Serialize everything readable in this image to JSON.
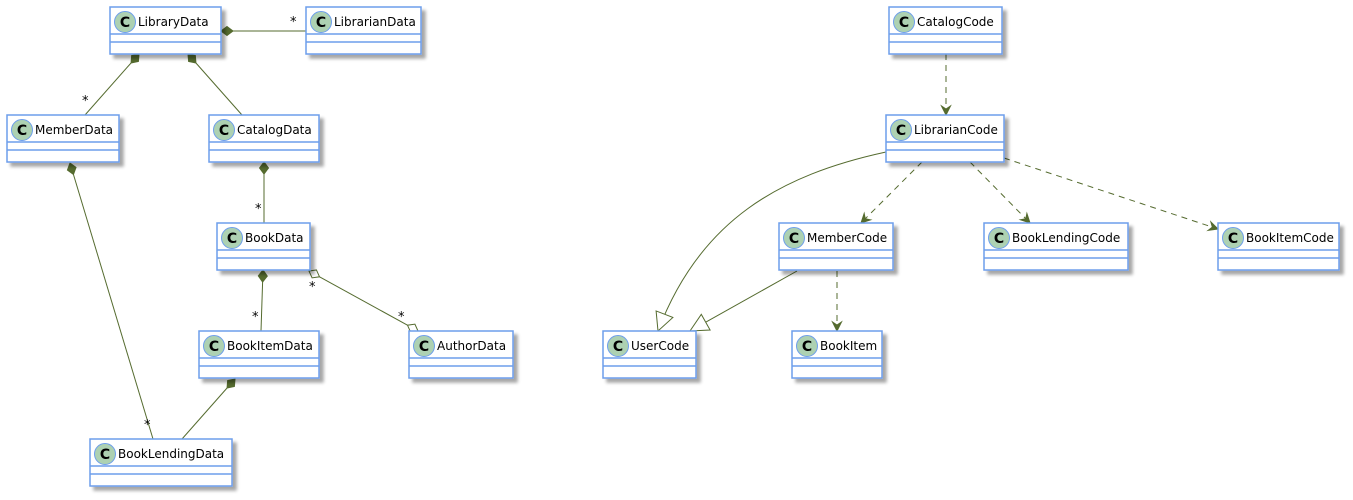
{
  "diagram": {
    "type": "UML class diagram",
    "colors": {
      "box_border": "#6d9eeb",
      "box_fill": "#ffffff",
      "stereotype_circle": "#add1b2",
      "line": "#556b2f",
      "shadow": "#b0b0b0"
    },
    "stereotype_letter": "C",
    "classes": [
      {
        "id": "LibraryData",
        "name": "LibraryData"
      },
      {
        "id": "LibrarianData",
        "name": "LibrarianData"
      },
      {
        "id": "MemberData",
        "name": "MemberData"
      },
      {
        "id": "CatalogData",
        "name": "CatalogData"
      },
      {
        "id": "BookData",
        "name": "BookData"
      },
      {
        "id": "BookItemData",
        "name": "BookItemData"
      },
      {
        "id": "AuthorData",
        "name": "AuthorData"
      },
      {
        "id": "BookLendingData",
        "name": "BookLendingData"
      },
      {
        "id": "CatalogCode",
        "name": "CatalogCode"
      },
      {
        "id": "LibrarianCode",
        "name": "LibrarianCode"
      },
      {
        "id": "MemberCode",
        "name": "MemberCode"
      },
      {
        "id": "BookLendingCode",
        "name": "BookLendingCode"
      },
      {
        "id": "BookItemCode",
        "name": "BookItemCode"
      },
      {
        "id": "UserCode",
        "name": "UserCode"
      },
      {
        "id": "BookItem",
        "name": "BookItem"
      }
    ],
    "relations": [
      {
        "from": "LibraryData",
        "to": "LibrarianData",
        "type": "composition",
        "target_multiplicity": "*"
      },
      {
        "from": "LibraryData",
        "to": "MemberData",
        "type": "composition",
        "target_multiplicity": "*"
      },
      {
        "from": "LibraryData",
        "to": "CatalogData",
        "type": "composition",
        "target_multiplicity": ""
      },
      {
        "from": "CatalogData",
        "to": "BookData",
        "type": "composition",
        "target_multiplicity": "*"
      },
      {
        "from": "BookData",
        "to": "BookItemData",
        "type": "composition",
        "target_multiplicity": "*"
      },
      {
        "from": "BookData",
        "to": "AuthorData",
        "type": "aggregation-both",
        "source_multiplicity": "*",
        "target_multiplicity": "*"
      },
      {
        "from": "MemberData",
        "to": "BookLendingData",
        "type": "composition",
        "target_multiplicity": "*"
      },
      {
        "from": "BookItemData",
        "to": "BookLendingData",
        "type": "composition",
        "target_multiplicity": ""
      },
      {
        "from": "CatalogCode",
        "to": "LibrarianCode",
        "type": "dependency"
      },
      {
        "from": "LibrarianCode",
        "to": "MemberCode",
        "type": "dependency"
      },
      {
        "from": "LibrarianCode",
        "to": "BookLendingCode",
        "type": "dependency"
      },
      {
        "from": "LibrarianCode",
        "to": "BookItemCode",
        "type": "dependency"
      },
      {
        "from": "LibrarianCode",
        "to": "UserCode",
        "type": "inheritance"
      },
      {
        "from": "MemberCode",
        "to": "UserCode",
        "type": "inheritance"
      },
      {
        "from": "MemberCode",
        "to": "BookItem",
        "type": "dependency"
      }
    ]
  }
}
